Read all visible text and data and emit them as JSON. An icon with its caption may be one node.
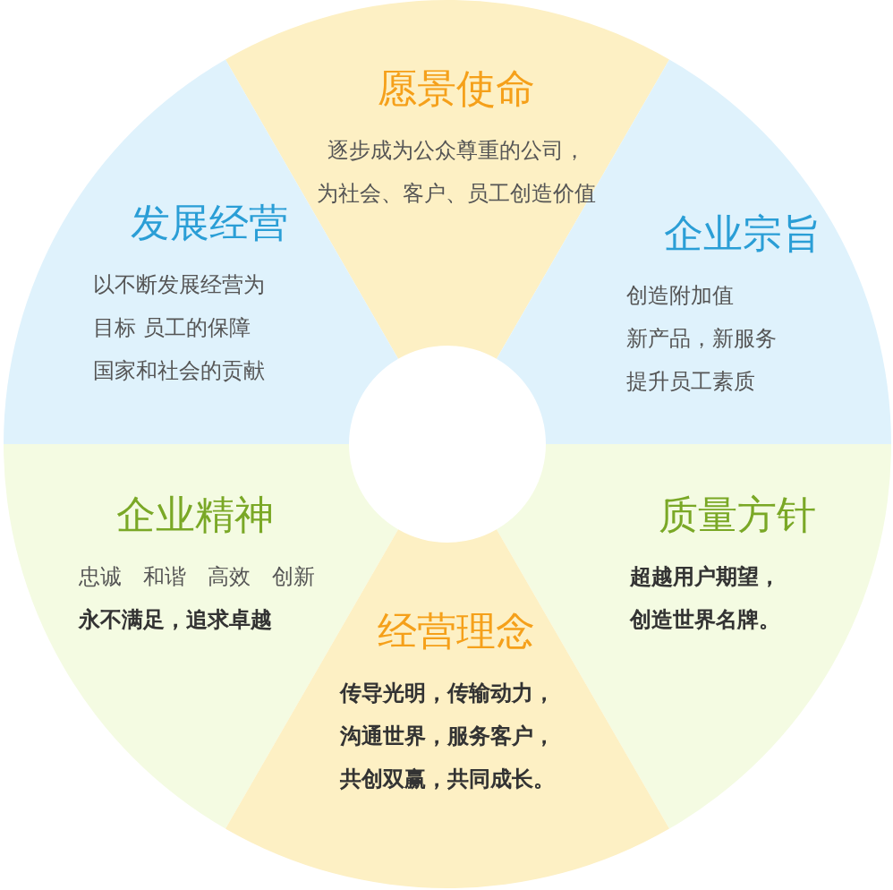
{
  "diagram": {
    "nodes": [
      {
        "text": [
          "愿景使命",
          "逐步成为公众尊重的公司，",
          "为社会、客户、员工创造价值"
        ]
      },
      {
        "text": [
          "发展经营",
          "以不断发展经营为",
          "目标 员工的保障",
          "国家和社会的贡献"
        ]
      },
      {
        "text": [
          "企业宗旨",
          "创造附加值",
          "新产品，新服务",
          "提升员工素质"
        ]
      },
      {
        "text": [
          "企业精神",
          "忠诚　和谐　高效　创新",
          "永不满足，追求卓越"
        ]
      },
      {
        "text": [
          "质量方针",
          "超越用户期望，",
          "创造世界名牌。"
        ]
      },
      {
        "text": [
          "经营理念",
          "传导光明，传输动力，",
          "沟通世界，服务客户，",
          "共创双赢，共同成长。"
        ]
      }
    ]
  }
}
